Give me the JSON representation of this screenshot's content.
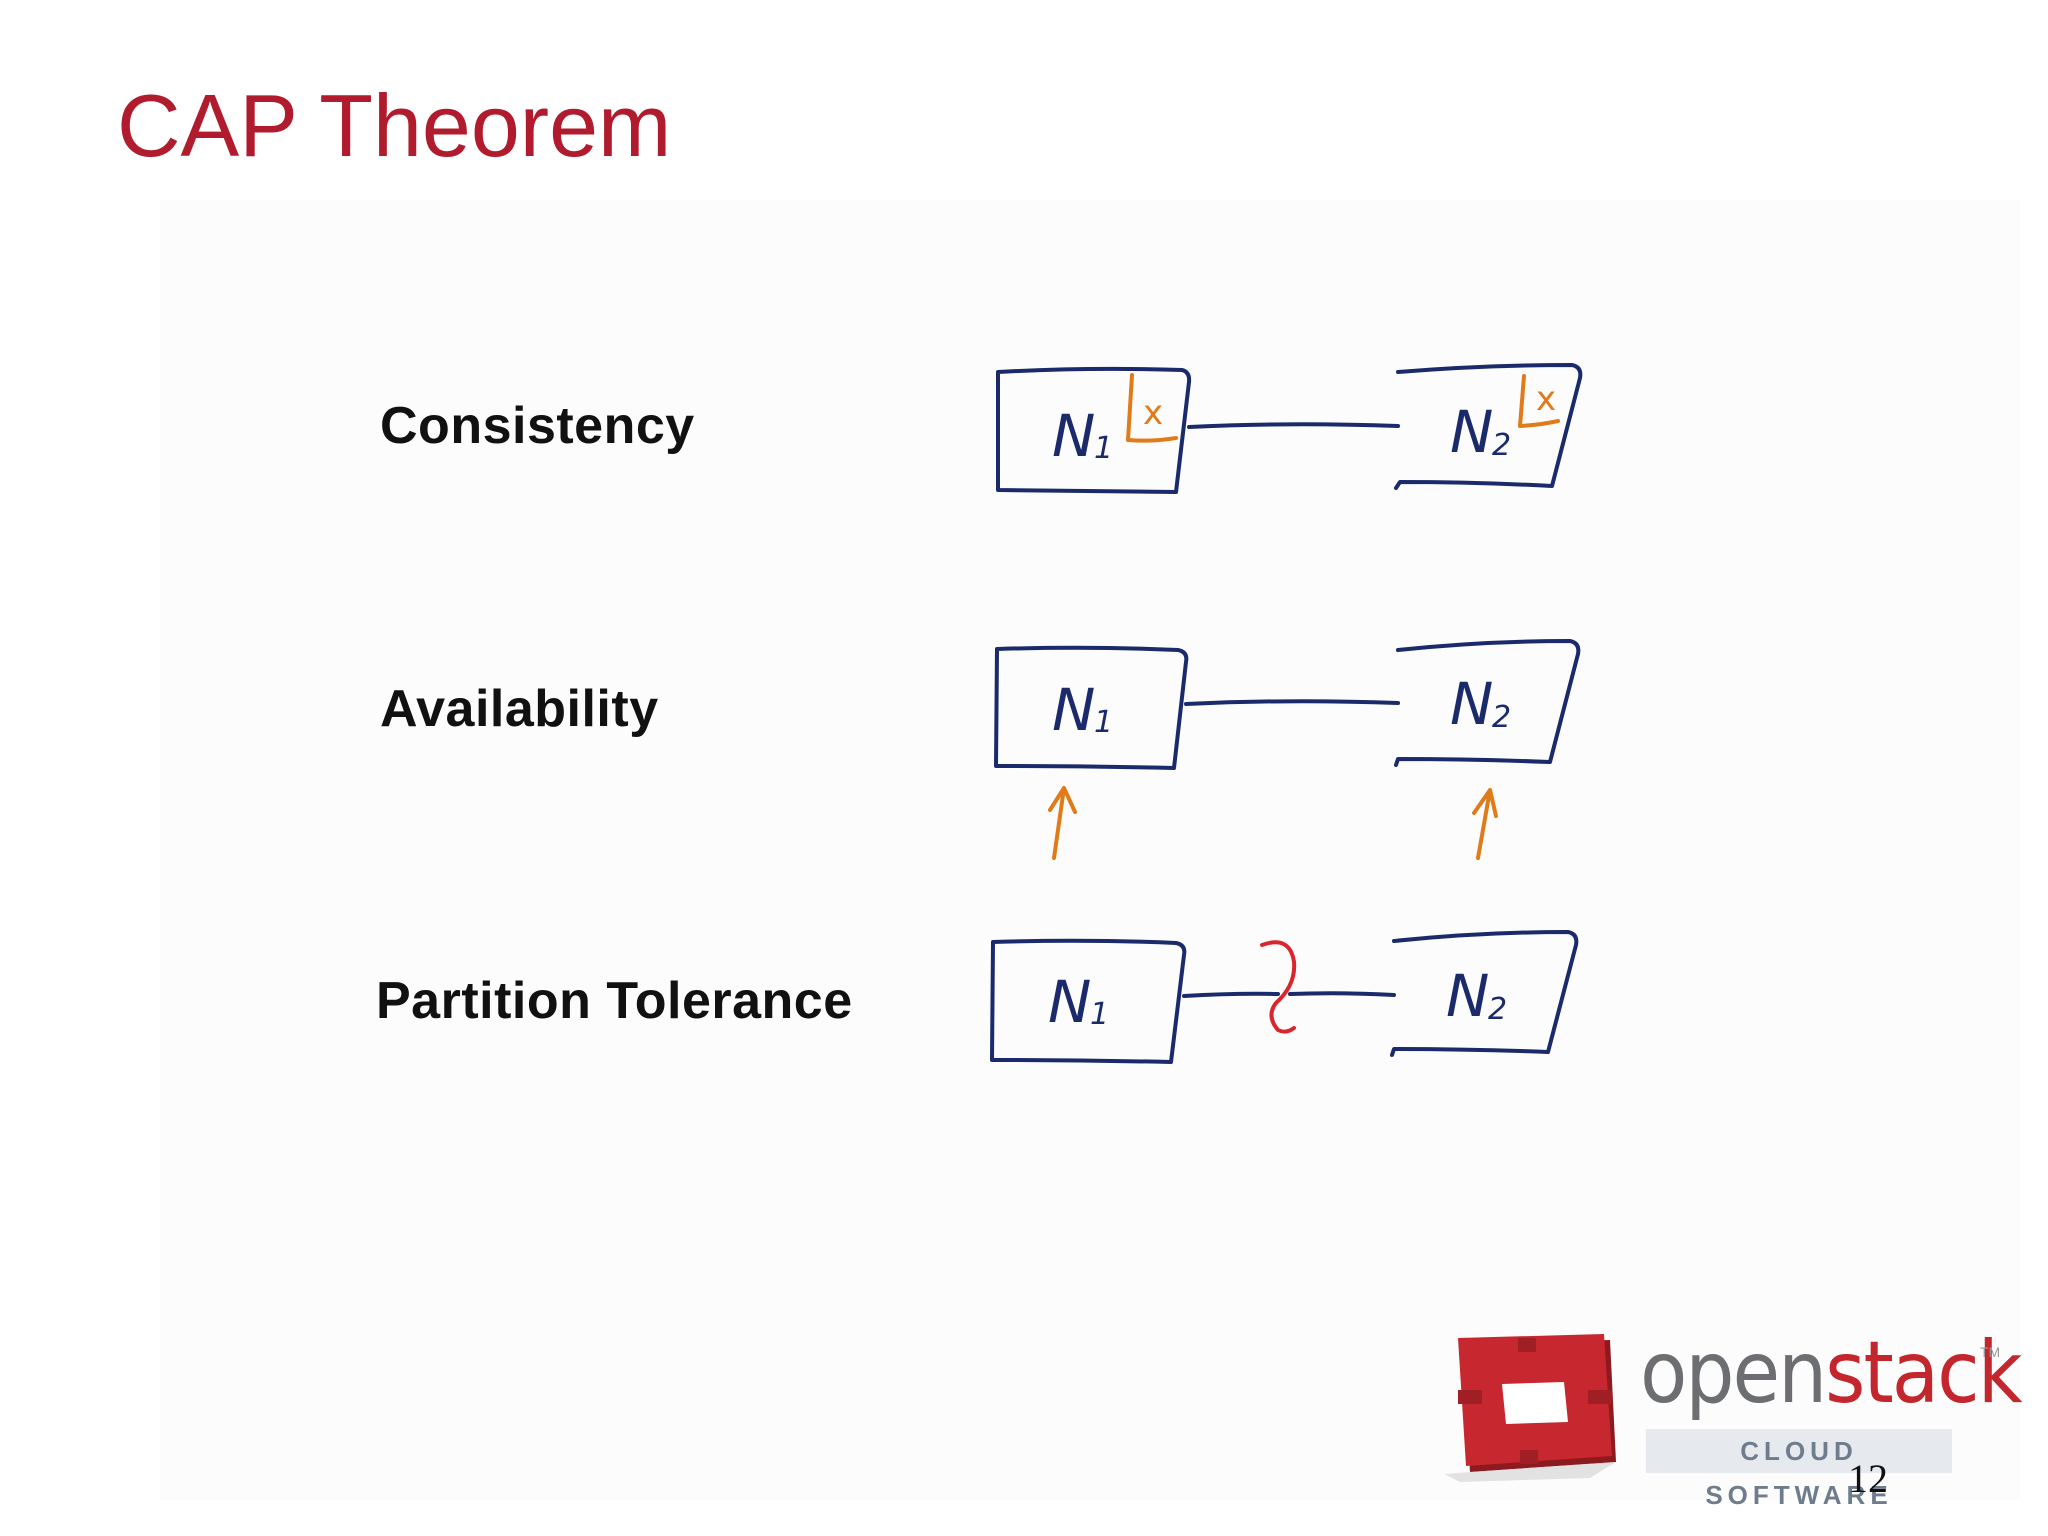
{
  "slide": {
    "title": "CAP Theorem",
    "page_number": "12"
  },
  "rows": [
    {
      "label": "Consistency",
      "node_left": {
        "name": "N",
        "sub": "1",
        "mark": "x"
      },
      "node_right": {
        "name": "N",
        "sub": "2",
        "mark": "x"
      }
    },
    {
      "label": "Availability",
      "node_left": {
        "name": "N",
        "sub": "1"
      },
      "node_right": {
        "name": "N",
        "sub": "2"
      }
    },
    {
      "label": "Partition Tolerance",
      "node_left": {
        "name": "N",
        "sub": "1"
      },
      "node_right": {
        "name": "N",
        "sub": "2"
      }
    }
  ],
  "colors": {
    "title": "#b01c2e",
    "node_stroke": "#1b2a6b",
    "accent_orange": "#e07b1a",
    "partition_red": "#d9262c"
  },
  "logo": {
    "word_part1": "open",
    "word_part2": "stack",
    "tm": "TM",
    "subtitle": "CLOUD SOFTWARE"
  }
}
